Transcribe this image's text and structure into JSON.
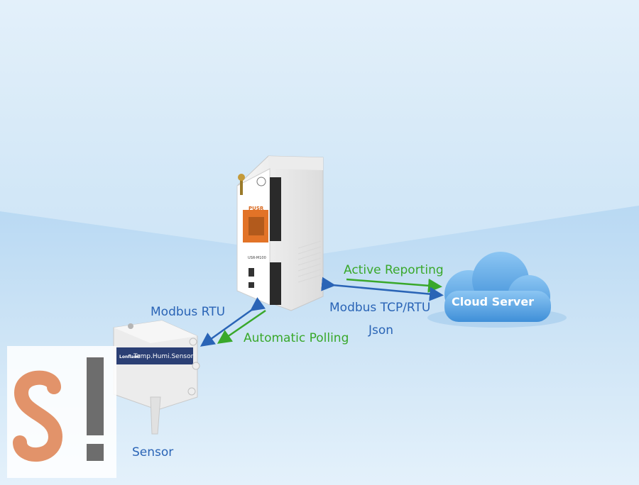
{
  "labels": {
    "modbus_rtu": "Modbus RTU",
    "automatic_polling": "Automatic Polling",
    "active_reporting": "Active Reporting",
    "modbus_tcp_rtu": "Modbus TCP/RTU",
    "json": "Json",
    "cloud_server": "Cloud Server",
    "sensor": "Sensor"
  },
  "devices": {
    "gateway_brand": "PUSR",
    "gateway_model": "USR-M100",
    "sensor_brand": "Lonfland",
    "sensor_name": "Temp.Humi.Sensor"
  },
  "colors": {
    "arrow_blue": "#2a64b6",
    "arrow_green": "#39a82b",
    "accent_orange": "#e27327",
    "cloud_blue": "#4fa0e3"
  },
  "icons": [
    "cloud-icon",
    "gateway-device-icon",
    "sensor-device-icon",
    "logo-icon"
  ]
}
